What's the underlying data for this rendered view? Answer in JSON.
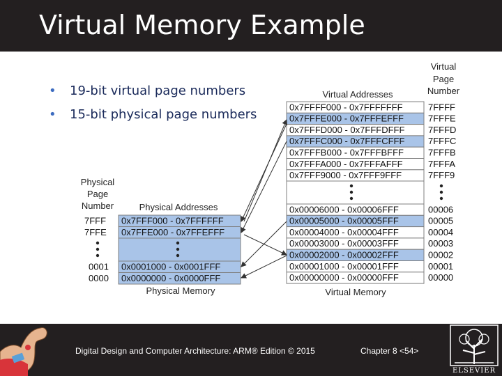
{
  "slide": {
    "title": "Virtual Memory Example",
    "bullets": [
      "19-bit virtual page numbers",
      "15-bit physical page numbers"
    ]
  },
  "diagram": {
    "virtual_addresses_header": "Virtual Addresses",
    "virtual_page_number_header": [
      "Virtual",
      "Page",
      "Number"
    ],
    "virtual_memory_caption": "Virtual Memory",
    "virtual_rows_top": [
      {
        "range": "0x7FFFF000 - 0x7FFFFFFF",
        "vpn": "7FFFF",
        "mapped": false
      },
      {
        "range": "0x7FFFE000 - 0x7FFFEFFF",
        "vpn": "7FFFE",
        "mapped": true
      },
      {
        "range": "0x7FFFD000 - 0x7FFFDFFF",
        "vpn": "7FFFD",
        "mapped": false
      },
      {
        "range": "0x7FFFC000 - 0x7FFFCFFF",
        "vpn": "7FFFC",
        "mapped": true
      },
      {
        "range": "0x7FFFB000 - 0x7FFFBFFF",
        "vpn": "7FFFB",
        "mapped": false
      },
      {
        "range": "0x7FFFA000 - 0x7FFFAFFF",
        "vpn": "7FFFA",
        "mapped": false
      },
      {
        "range": "0x7FFF9000 - 0x7FFF9FFF",
        "vpn": "7FFF9",
        "mapped": false
      }
    ],
    "virtual_rows_bottom": [
      {
        "range": "0x00006000 - 0x00006FFF",
        "vpn": "00006",
        "mapped": false
      },
      {
        "range": "0x00005000 - 0x00005FFF",
        "vpn": "00005",
        "mapped": true
      },
      {
        "range": "0x00004000 - 0x00004FFF",
        "vpn": "00004",
        "mapped": false
      },
      {
        "range": "0x00003000 - 0x00003FFF",
        "vpn": "00003",
        "mapped": false
      },
      {
        "range": "0x00002000 - 0x00002FFF",
        "vpn": "00002",
        "mapped": true
      },
      {
        "range": "0x00001000 - 0x00001FFF",
        "vpn": "00001",
        "mapped": false
      },
      {
        "range": "0x00000000 - 0x00000FFF",
        "vpn": "00000",
        "mapped": false
      }
    ],
    "physical_page_number_header": [
      "Physical",
      "Page",
      "Number"
    ],
    "physical_addresses_header": "Physical Addresses",
    "physical_memory_caption": "Physical Memory",
    "physical_rows_top": [
      {
        "range": "0x7FFF000 - 0x7FFFFFF",
        "ppn": "7FFF"
      },
      {
        "range": "0x7FFE000 - 0x7FFEFFF",
        "ppn": "7FFE"
      }
    ],
    "physical_rows_bottom": [
      {
        "range": "0x0001000 - 0x0001FFF",
        "ppn": "0001"
      },
      {
        "range": "0x0000000 - 0x0000FFF",
        "ppn": "0000"
      }
    ],
    "colors": {
      "mapped": "#a9c4e8",
      "unmapped": "#ffffff",
      "border": "#7f7f7f"
    }
  },
  "footer": {
    "book": "Digital Design and Computer Architecture: ARM® Edition © 2015",
    "chapter": "Chapter 8 <54>",
    "publisher_logo_text": "ELSEVIER"
  }
}
